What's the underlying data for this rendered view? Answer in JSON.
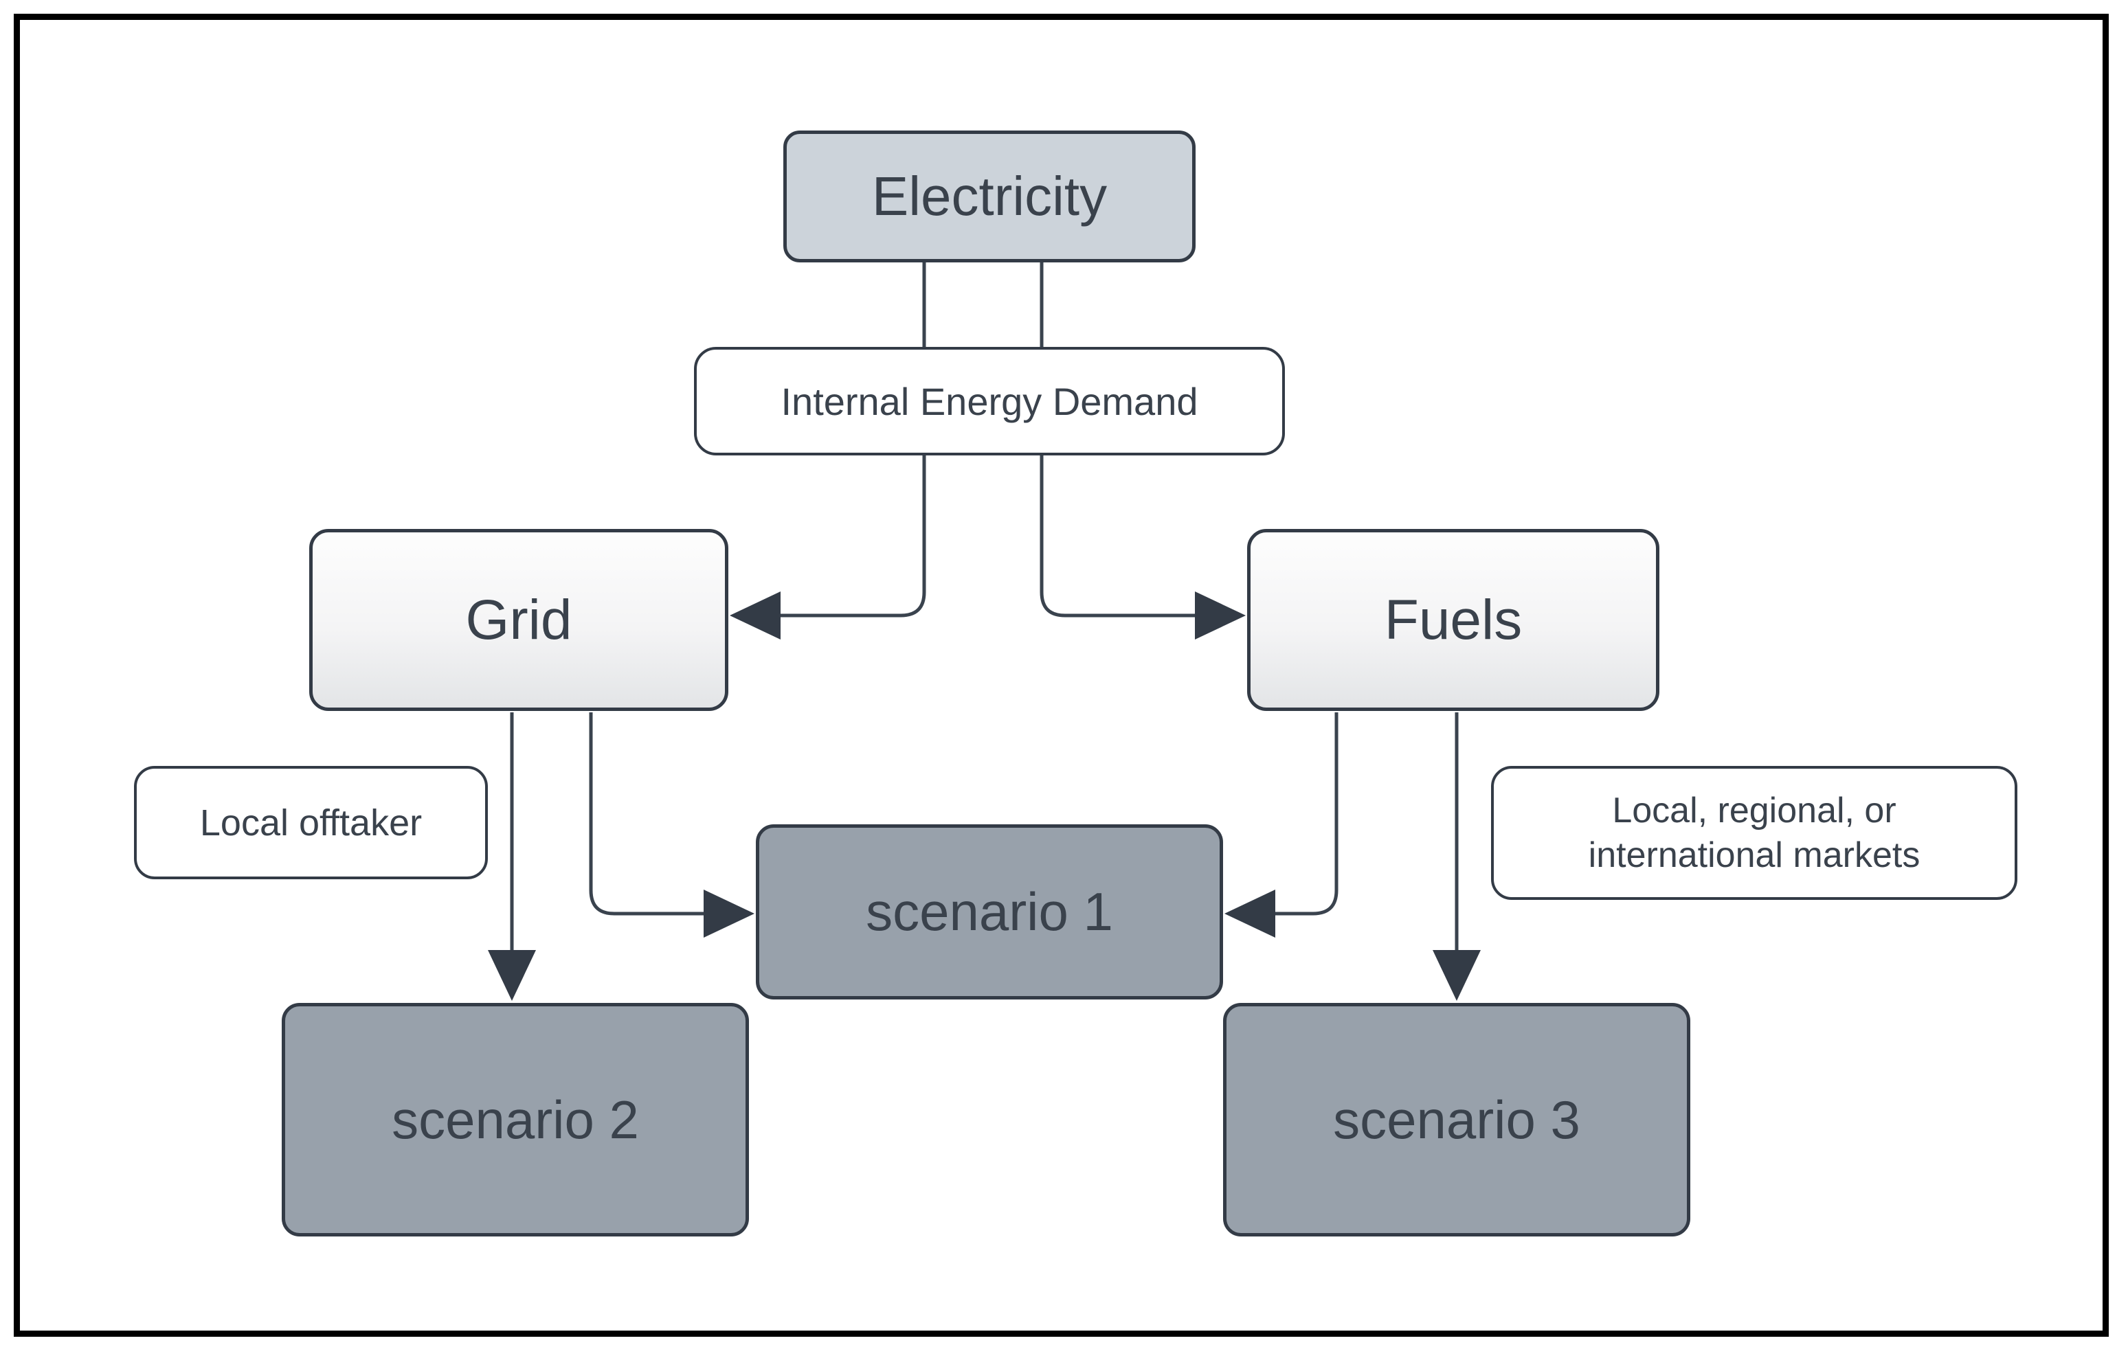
{
  "nodes": {
    "electricity": {
      "label": "Electricity",
      "fill": "#ccd3da"
    },
    "internal_energy_demand": {
      "label": "Internal Energy Demand",
      "fill": "#ffffff"
    },
    "grid": {
      "label": "Grid",
      "fill": "gradient-white-to-gray"
    },
    "fuels": {
      "label": "Fuels",
      "fill": "gradient-white-to-gray"
    },
    "local_offtaker": {
      "label": "Local offtaker",
      "fill": "#ffffff"
    },
    "markets": {
      "label": "Local, regional, or international markets",
      "fill": "#ffffff"
    },
    "scenario_1": {
      "label": "scenario 1",
      "fill": "#98a1ab"
    },
    "scenario_2": {
      "label": "scenario 2",
      "fill": "#98a1ab"
    },
    "scenario_3": {
      "label": "scenario 3",
      "fill": "#98a1ab"
    }
  },
  "edges": [
    {
      "from": "Electricity",
      "to": "Grid",
      "via": "Internal Energy Demand",
      "arrow_enters": "right side of Grid"
    },
    {
      "from": "Electricity",
      "to": "Fuels",
      "via": "Internal Energy Demand",
      "arrow_enters": "left side of Fuels"
    },
    {
      "from": "Grid",
      "to": "scenario 2",
      "annotation": "Local offtaker",
      "arrow_enters": "top of scenario 2"
    },
    {
      "from": "Grid",
      "to": "scenario 1",
      "arrow_enters": "left side of scenario 1"
    },
    {
      "from": "Fuels",
      "to": "scenario 1",
      "arrow_enters": "right side of scenario 1"
    },
    {
      "from": "Fuels",
      "to": "scenario 3",
      "annotation": "Local, regional, or international markets",
      "arrow_enters": "top of scenario 3"
    }
  ],
  "colors": {
    "background": "#ffffff",
    "frame_border": "#000000",
    "node_border": "#333b46",
    "connector_stroke": "#3a434e",
    "arrowhead_fill": "#333b46",
    "electricity_fill": "#ccd3da",
    "scenario_fill": "#98a1ab",
    "grid_fuels_gradient_top": "#fdfdfd",
    "grid_fuels_gradient_bottom": "#e3e5e7",
    "text": "#3a424c"
  }
}
